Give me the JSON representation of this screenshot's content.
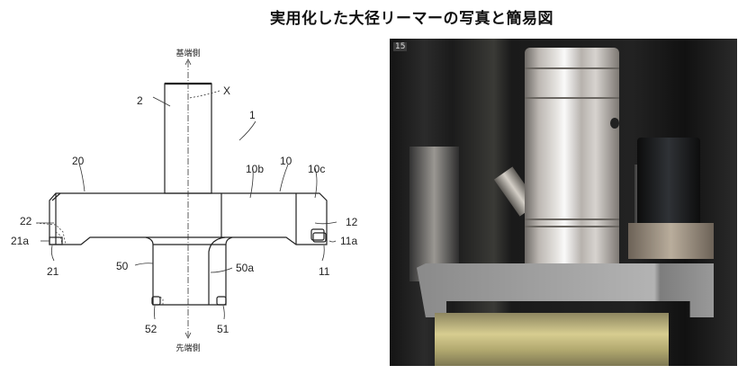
{
  "title": "実用化した大径リーマーの写真と簡易図",
  "diagram": {
    "axis_top_label": "基端側",
    "axis_bottom_label": "先端側",
    "labels": {
      "X": "X",
      "n1": "1",
      "n2": "2",
      "n10": "10",
      "n10b": "10b",
      "n10c": "10c",
      "n20": "20",
      "n22": "22",
      "n21a": "21a",
      "n21": "21",
      "n12": "12",
      "n11a": "11a",
      "n11": "11",
      "n50": "50",
      "n50a": "50a",
      "n52": "52",
      "n51": "51"
    }
  },
  "photo": {
    "tag": "15"
  }
}
